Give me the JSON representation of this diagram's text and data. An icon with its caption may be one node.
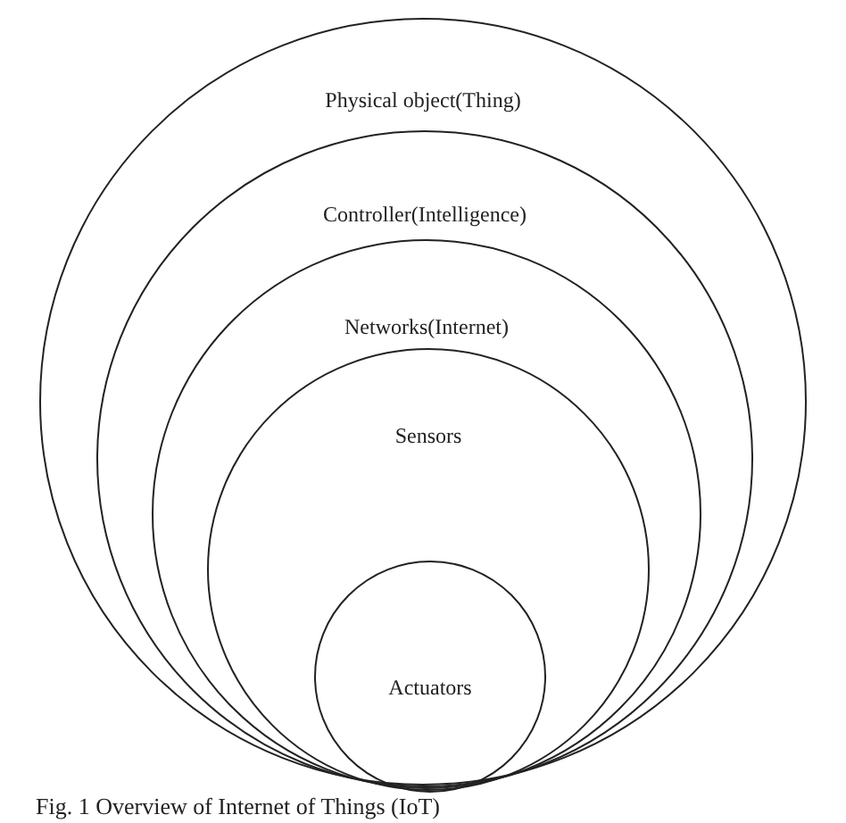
{
  "diagram": {
    "caption": "Fig. 1 Overview of Internet of Things (IoT)",
    "nodes": [
      {
        "text": [
          "Physical object(Thing)"
        ]
      },
      {
        "text": [
          "Controller(Intelligence)"
        ],
        "in": 0
      },
      {
        "text": [
          "Networks(Internet)"
        ],
        "in": 1
      },
      {
        "text": [
          "Sensors"
        ],
        "in": 2
      },
      {
        "text": [
          "Actuators"
        ],
        "in": 3
      }
    ]
  }
}
